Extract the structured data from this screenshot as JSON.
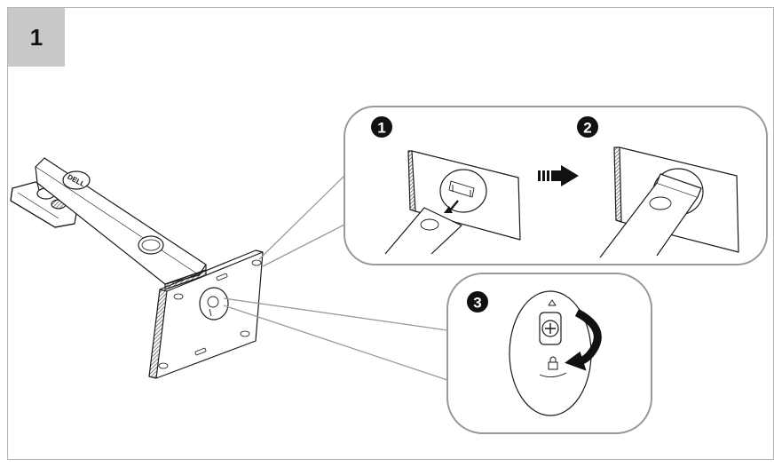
{
  "step": {
    "number": "1"
  },
  "callouts": [
    {
      "label": "1"
    },
    {
      "label": "2"
    },
    {
      "label": "3"
    }
  ],
  "colors": {
    "badge_bg": "#c8c8c8",
    "frame": "#b3b3b3",
    "callout_border": "#999999",
    "callout_bg": "#f2f2f2",
    "line": "#1a1a1a",
    "hatch": "#333333"
  },
  "icons": [
    "dell-logo-icon",
    "arrow-right-icon",
    "rotate-arrow-icon",
    "lock-icon",
    "unlock-triangle-icon"
  ]
}
